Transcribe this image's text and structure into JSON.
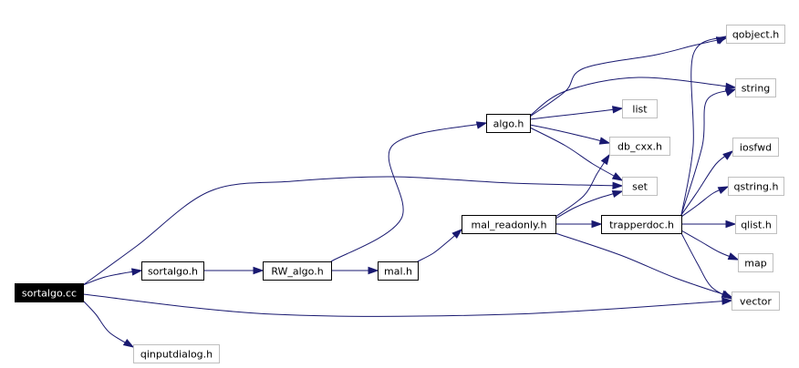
{
  "graph": {
    "edge_color": "#191970",
    "nodes": [
      {
        "id": "sortalgo_cc",
        "label": "sortalgo.cc",
        "kind": "root"
      },
      {
        "id": "sortalgo_h",
        "label": "sortalgo.h",
        "kind": "internal"
      },
      {
        "id": "qinputdialog_h",
        "label": "qinputdialog.h",
        "kind": "external"
      },
      {
        "id": "rw_algo_h",
        "label": "RW_algo.h",
        "kind": "internal"
      },
      {
        "id": "mal_h",
        "label": "mal.h",
        "kind": "internal"
      },
      {
        "id": "algo_h",
        "label": "algo.h",
        "kind": "internal"
      },
      {
        "id": "mal_readonly_h",
        "label": "mal_readonly.h",
        "kind": "internal"
      },
      {
        "id": "list",
        "label": "list",
        "kind": "external"
      },
      {
        "id": "db_cxx_h",
        "label": "db_cxx.h",
        "kind": "external"
      },
      {
        "id": "set",
        "label": "set",
        "kind": "external"
      },
      {
        "id": "trapperdoc_h",
        "label": "trapperdoc.h",
        "kind": "internal"
      },
      {
        "id": "qobject_h",
        "label": "qobject.h",
        "kind": "external"
      },
      {
        "id": "string",
        "label": "string",
        "kind": "external"
      },
      {
        "id": "iosfwd",
        "label": "iosfwd",
        "kind": "external"
      },
      {
        "id": "qstring_h",
        "label": "qstring.h",
        "kind": "external"
      },
      {
        "id": "qlist_h",
        "label": "qlist.h",
        "kind": "external"
      },
      {
        "id": "map",
        "label": "map",
        "kind": "external"
      },
      {
        "id": "vector",
        "label": "vector",
        "kind": "external"
      }
    ],
    "edges": [
      {
        "from": "sortalgo_cc",
        "to": "sortalgo_h"
      },
      {
        "from": "sortalgo_cc",
        "to": "set"
      },
      {
        "from": "sortalgo_cc",
        "to": "vector"
      },
      {
        "from": "sortalgo_cc",
        "to": "qinputdialog_h"
      },
      {
        "from": "sortalgo_h",
        "to": "rw_algo_h"
      },
      {
        "from": "rw_algo_h",
        "to": "mal_h"
      },
      {
        "from": "rw_algo_h",
        "to": "algo_h"
      },
      {
        "from": "mal_h",
        "to": "mal_readonly_h"
      },
      {
        "from": "algo_h",
        "to": "qobject_h"
      },
      {
        "from": "algo_h",
        "to": "string"
      },
      {
        "from": "algo_h",
        "to": "list"
      },
      {
        "from": "algo_h",
        "to": "db_cxx_h"
      },
      {
        "from": "algo_h",
        "to": "set"
      },
      {
        "from": "mal_readonly_h",
        "to": "db_cxx_h"
      },
      {
        "from": "mal_readonly_h",
        "to": "set"
      },
      {
        "from": "mal_readonly_h",
        "to": "trapperdoc_h"
      },
      {
        "from": "mal_readonly_h",
        "to": "vector"
      },
      {
        "from": "trapperdoc_h",
        "to": "qobject_h"
      },
      {
        "from": "trapperdoc_h",
        "to": "string"
      },
      {
        "from": "trapperdoc_h",
        "to": "iosfwd"
      },
      {
        "from": "trapperdoc_h",
        "to": "qstring_h"
      },
      {
        "from": "trapperdoc_h",
        "to": "qlist_h"
      },
      {
        "from": "trapperdoc_h",
        "to": "map"
      },
      {
        "from": "trapperdoc_h",
        "to": "vector"
      }
    ]
  }
}
